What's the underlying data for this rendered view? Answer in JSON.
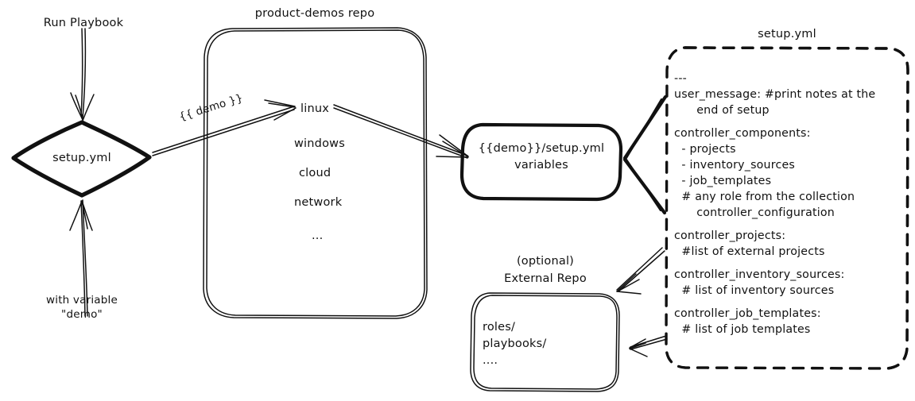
{
  "diagram": {
    "title_hidden": "",
    "nodes": {
      "run_playbook": {
        "label": "Run Playbook"
      },
      "setup_diamond": {
        "label": "setup.yml"
      },
      "with_variable": {
        "line1": "with variable",
        "line2": "\"demo\""
      },
      "repo": {
        "title": "product-demos repo",
        "items": [
          "linux",
          "windows",
          "cloud",
          "network",
          "..."
        ]
      },
      "vars_box": {
        "line1": "{{demo}}/setup.yml",
        "line2": "variables"
      },
      "external_repo": {
        "title_line1": "(optional)",
        "title_line2": "External Repo",
        "items": [
          "roles/",
          "playbooks/",
          "...."
        ]
      },
      "setup_yml_file": {
        "title": "setup.yml",
        "lines": [
          "---",
          "user_message: #print notes at the",
          "      end of setup",
          "",
          "controller_components:",
          "  - projects",
          "  - inventory_sources",
          "  - job_templates",
          "  # any role from the collection",
          "      controller_configuration",
          "",
          "controller_projects:",
          "  #list of external projects",
          "",
          "controller_inventory_sources:",
          "  # list of inventory sources",
          "",
          "controller_job_templates:",
          "  # list of job templates"
        ]
      }
    },
    "edges": {
      "demo_var_label": "{{ demo }}"
    },
    "colors": {
      "ink": "#111111",
      "background": "#ffffff"
    }
  }
}
